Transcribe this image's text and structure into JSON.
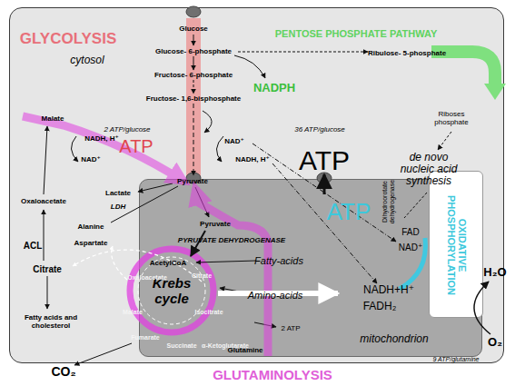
{
  "diagram": {
    "nodes": [
      {
        "text": [
          "cytosol"
        ]
      },
      {
        "text": [
          "mitochondrion"
        ],
        "in": 0
      },
      {
        "text": [
          "Krebs cycle"
        ],
        "in": 1
      },
      {
        "text": [
          "OXIDATIVE PHOSPHORYLATION"
        ],
        "in": 1
      }
    ],
    "labels": [
      "GLYCOLYSIS",
      "Glucose",
      "Glucose- 6-phosphate",
      "Fructose- 6-phosphate",
      "Fructose- 1,6-bisphosphate",
      "PENTOSE PHOSPHATE PATHWAY",
      "Ribulose- 5-phosphate",
      "NADPH",
      "Riboses phosphate",
      "de novo nucleic acid synthesis",
      "2 ATP/glucose",
      "ATP",
      "36 ATP/glucose",
      "ATP",
      "ATP",
      "Malate",
      "NADH, H⁺",
      "NAD⁺",
      "NAD⁺",
      "NADH, H⁺",
      "Lactate",
      "LDH",
      "Pyruvate",
      "Oxaloacetate",
      "Alanine",
      "Pyruvate",
      "PYRUVATE DEHYDROGENASE",
      "Aspartate",
      "ACL",
      "Citrate",
      "AcetylCoA",
      "Fatty-acids",
      "Oxaloacetate",
      "Citrate",
      "Fatty acids and cholesterol",
      "Amino-acids",
      "Malate",
      "Isocitrate",
      "2 ATP",
      "Fumarate",
      "Succinate",
      "α-Ketoglutarate",
      "Glutamine",
      "CO₂",
      "GLUTAMINOLYSIS",
      "9 ATP/glutamine",
      "Dihydroorotate dehydrogenase",
      "FAD",
      "NAD⁺",
      "NADH+H⁺",
      "FADH₂",
      "H₂O",
      "O₂"
    ]
  }
}
